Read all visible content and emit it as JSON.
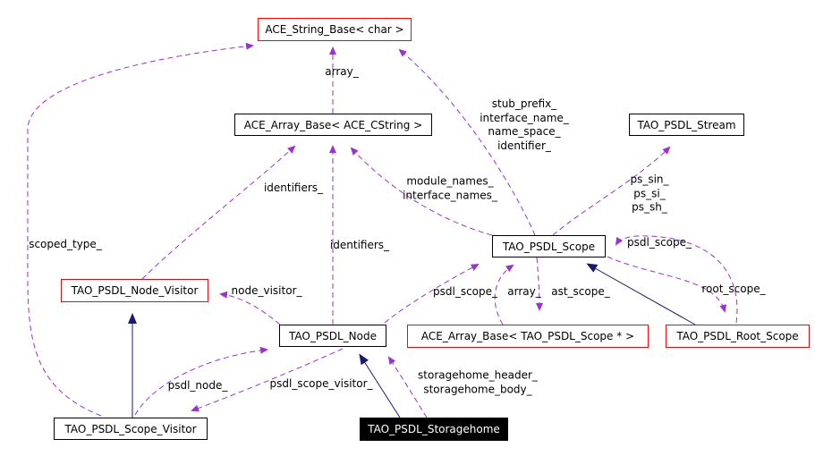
{
  "diagram": {
    "kind": "class-collaboration-graph",
    "colors": {
      "background": "#ffffff",
      "usage_edge": "#9a32cd",
      "inheritance_edge": "#191970",
      "node_border": "#000000",
      "referenced_node_border": "#ff0000",
      "current_node_background": "#000000",
      "current_node_text": "#ffffff"
    },
    "nodes": [
      {
        "label": "ACE_String_Base< char >",
        "variant": "referenced"
      },
      {
        "label": "ACE_Array_Base< ACE_CString >",
        "variant": "default"
      },
      {
        "label": "TAO_PSDL_Stream",
        "variant": "default"
      },
      {
        "label": "TAO_PSDL_Scope",
        "variant": "default"
      },
      {
        "label": "TAO_PSDL_Node_Visitor",
        "variant": "referenced"
      },
      {
        "label": "TAO_PSDL_Node",
        "variant": "default"
      },
      {
        "label": "ACE_Array_Base< TAO_PSDL_Scope * >",
        "variant": "referenced"
      },
      {
        "label": "TAO_PSDL_Root_Scope",
        "variant": "referenced"
      },
      {
        "label": "TAO_PSDL_Scope_Visitor",
        "variant": "default"
      },
      {
        "label": "TAO_PSDL_Storagehome",
        "variant": "current"
      }
    ],
    "edge_labels": [
      {
        "text": "array_"
      },
      {
        "text": "stub_prefix_\ninterface_name_\nname_space_\nidentifier_"
      },
      {
        "text": "ps_sin_\nps_si_\nps_sh_"
      },
      {
        "text": "identifiers_"
      },
      {
        "text": "module_names_\ninterface_names_"
      },
      {
        "text": "identifiers_"
      },
      {
        "text": "scoped_type_"
      },
      {
        "text": "psdl_scope_"
      },
      {
        "text": "node_visitor_"
      },
      {
        "text": "psdl_scope_"
      },
      {
        "text": "array_"
      },
      {
        "text": "ast_scope_"
      },
      {
        "text": "root_scope_"
      },
      {
        "text": "psdl_node_"
      },
      {
        "text": "psdl_scope_visitor_"
      },
      {
        "text": "storagehome_header_\nstoragehome_body_"
      }
    ],
    "edges": [
      {
        "from": "TAO_PSDL_Scope_Visitor",
        "to": "TAO_PSDL_Node_Visitor",
        "type": "inheritance"
      },
      {
        "from": "TAO_PSDL_Storagehome",
        "to": "TAO_PSDL_Node",
        "type": "inheritance"
      },
      {
        "from": "TAO_PSDL_Root_Scope",
        "to": "TAO_PSDL_Scope",
        "type": "inheritance"
      },
      {
        "from": "ACE_Array_Base< ACE_CString >",
        "to": "ACE_String_Base< char >",
        "type": "usage",
        "label": "array_"
      },
      {
        "from": "TAO_PSDL_Scope_Visitor",
        "to": "ACE_String_Base< char >",
        "type": "usage",
        "label": "scoped_type_"
      },
      {
        "from": "TAO_PSDL_Scope",
        "to": "ACE_String_Base< char >",
        "type": "usage",
        "label": "stub_prefix_ interface_name_ name_space_ identifier_"
      },
      {
        "from": "TAO_PSDL_Scope",
        "to": "ACE_Array_Base< ACE_CString >",
        "type": "usage",
        "label": "module_names_ interface_names_"
      },
      {
        "from": "TAO_PSDL_Node_Visitor",
        "to": "ACE_Array_Base< ACE_CString >",
        "type": "usage",
        "label": "identifiers_"
      },
      {
        "from": "TAO_PSDL_Node",
        "to": "ACE_Array_Base< ACE_CString >",
        "type": "usage",
        "label": "identifiers_"
      },
      {
        "from": "TAO_PSDL_Scope",
        "to": "TAO_PSDL_Stream",
        "type": "usage",
        "label": "ps_sin_ ps_si_ ps_sh_"
      },
      {
        "from": "TAO_PSDL_Node",
        "to": "TAO_PSDL_Scope",
        "type": "usage",
        "label": "psdl_scope_"
      },
      {
        "from": "TAO_PSDL_Node",
        "to": "TAO_PSDL_Node_Visitor",
        "type": "usage",
        "label": "node_visitor_"
      },
      {
        "from": "ACE_Array_Base< TAO_PSDL_Scope * >",
        "to": "TAO_PSDL_Scope",
        "type": "usage",
        "label": "array_"
      },
      {
        "from": "TAO_PSDL_Scope",
        "to": "ACE_Array_Base< TAO_PSDL_Scope * >",
        "type": "usage",
        "label": "ast_scope_"
      },
      {
        "from": "TAO_PSDL_Root_Scope",
        "to": "TAO_PSDL_Scope",
        "type": "usage",
        "label": "psdl_scope_"
      },
      {
        "from": "TAO_PSDL_Scope",
        "to": "TAO_PSDL_Root_Scope",
        "type": "usage",
        "label": "root_scope_"
      },
      {
        "from": "TAO_PSDL_Scope_Visitor",
        "to": "TAO_PSDL_Node",
        "type": "usage",
        "label": "psdl_node_"
      },
      {
        "from": "TAO_PSDL_Node",
        "to": "TAO_PSDL_Scope_Visitor",
        "type": "usage",
        "label": "psdl_scope_visitor_"
      },
      {
        "from": "TAO_PSDL_Storagehome",
        "to": "TAO_PSDL_Node",
        "type": "usage",
        "label": "storagehome_header_ storagehome_body_"
      }
    ]
  }
}
